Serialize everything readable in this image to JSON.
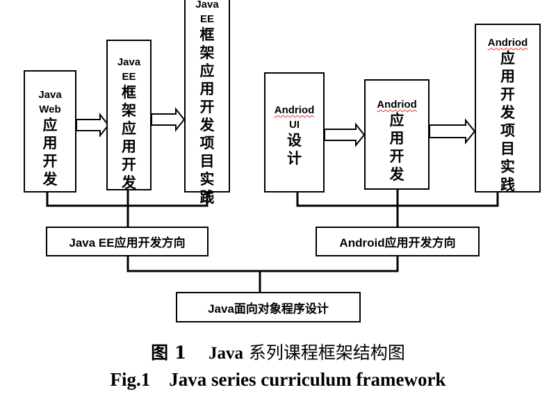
{
  "boxes": {
    "java_web": {
      "latin": [
        "Java",
        "Web"
      ],
      "cjk": [
        "应",
        "用",
        "开",
        "发"
      ]
    },
    "java_ee_dev": {
      "latin": [
        "Java",
        "EE"
      ],
      "cjk": [
        "框",
        "架",
        "应",
        "用",
        "开",
        "发"
      ]
    },
    "java_ee_project": {
      "latin": [
        "Java",
        "EE"
      ],
      "cjk": [
        "框",
        "架",
        "应",
        "用",
        "开",
        "发",
        "项",
        "目",
        "实",
        "践"
      ]
    },
    "android_ui": {
      "latin": [
        "Andriod",
        "UI"
      ],
      "cjk": [
        "设",
        "计"
      ]
    },
    "android_dev": {
      "latin": [
        "Andriod"
      ],
      "cjk": [
        "应",
        "用",
        "开",
        "发"
      ]
    },
    "android_project": {
      "latin": [
        "Andriod"
      ],
      "cjk": [
        "应",
        "用",
        "开",
        "发",
        "项",
        "目",
        "实",
        "践"
      ]
    },
    "java_ee_direction": {
      "label": "Java EE应用开发方向"
    },
    "android_direction": {
      "label": "Android应用开发方向"
    },
    "java_oop": {
      "label": "Java面向对象程序设计"
    }
  },
  "caption": {
    "cn_label": "图 1",
    "cn_latin": "Java",
    "cn_text": "系列课程框架结构图",
    "en_label": "Fig.1",
    "en_text": "Java series curriculum framework"
  },
  "colors": {
    "line": "#000000",
    "spellcheck_underline": "#e03030"
  }
}
